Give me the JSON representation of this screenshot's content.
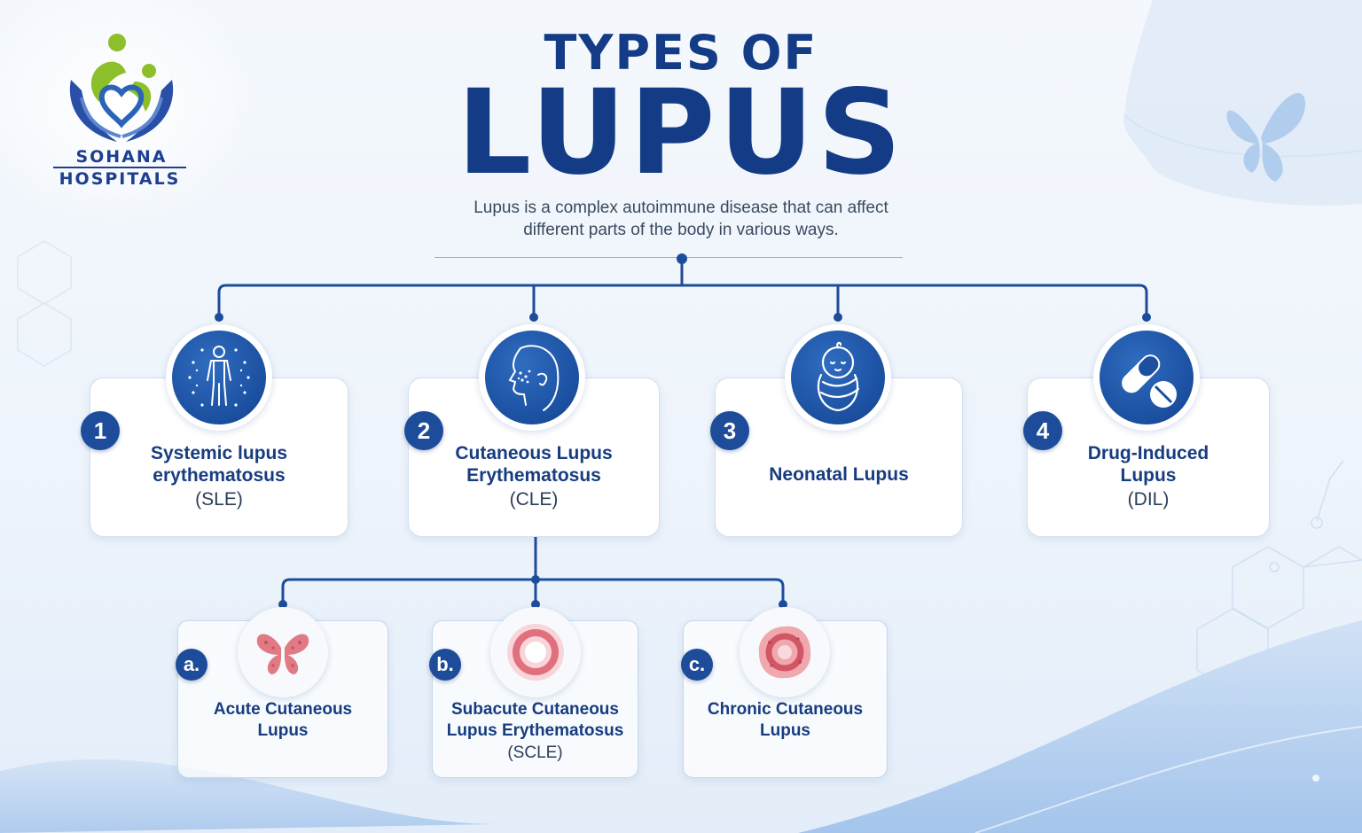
{
  "logo": {
    "line1": "SOHANA",
    "line2": "HOSPITALS"
  },
  "title": {
    "line1": "TYPES OF",
    "line2": "LUPUS"
  },
  "subtitle": {
    "line1": "Lupus is a complex autoimmune disease that can affect",
    "line2": "different parts of the body in various ways."
  },
  "types": [
    {
      "number": "1",
      "name_line1": "Systemic lupus",
      "name_line2": "erythematosus",
      "abbr": "(SLE)",
      "icon": "human-body-icon"
    },
    {
      "number": "2",
      "name_line1": "Cutaneous Lupus",
      "name_line2": "Erythematosus",
      "abbr": "(CLE)",
      "icon": "face-rash-icon"
    },
    {
      "number": "3",
      "name_line1": "Neonatal Lupus",
      "icon": "swaddled-baby-icon"
    },
    {
      "number": "4",
      "name_line1": "Drug-Induced",
      "name_line2": "Lupus",
      "abbr": "(DIL)",
      "icon": "pill-capsule-icon"
    }
  ],
  "subtypes": [
    {
      "letter": "a.",
      "name_line1": "Acute Cutaneous",
      "name_line2": "Lupus",
      "icon": "butterfly-rash-icon"
    },
    {
      "letter": "b.",
      "name_line1": "Subacute Cutaneous",
      "name_line2": "Lupus Erythematosus",
      "abbr": "(SCLE)",
      "icon": "ring-lesion-icon"
    },
    {
      "letter": "c.",
      "name_line1": "Chronic Cutaneous",
      "name_line2": "Lupus",
      "icon": "discoid-lesion-icon"
    }
  ],
  "colors": {
    "navy": "#143b85",
    "badge": "#1d4c9a",
    "rash": "#e07a85",
    "background": "#eef4fb"
  }
}
